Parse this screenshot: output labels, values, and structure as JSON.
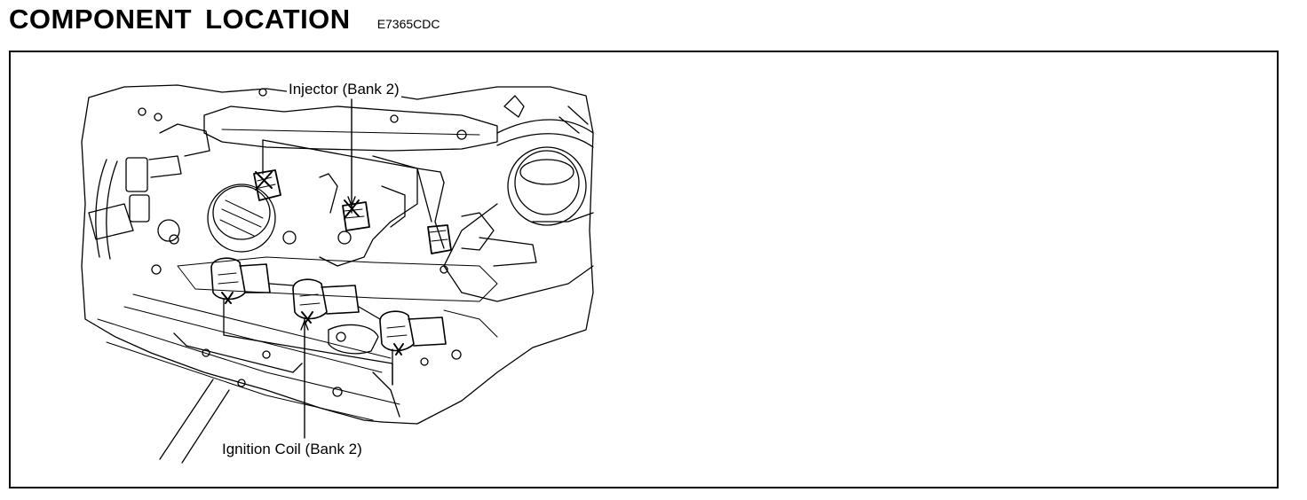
{
  "header": {
    "title": "COMPONENT  LOCATION",
    "code": "E7365CDC"
  },
  "diagram": {
    "labels": {
      "injector": "Injector (Bank 2)",
      "ignition_coil": "Ignition Coil (Bank 2)"
    }
  }
}
